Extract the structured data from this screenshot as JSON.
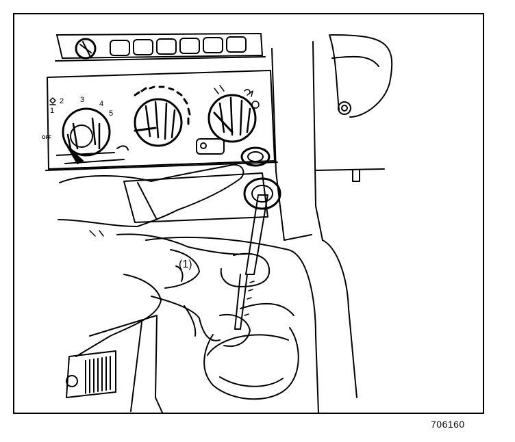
{
  "figure": {
    "id_label": "706160",
    "callout_label": "(1)",
    "fan_knob": {
      "off_label": "OFF",
      "speed_labels": [
        "1",
        "2",
        "3",
        "4",
        "5"
      ]
    }
  },
  "colors": {
    "line": "#000000",
    "background": "#ffffff"
  }
}
